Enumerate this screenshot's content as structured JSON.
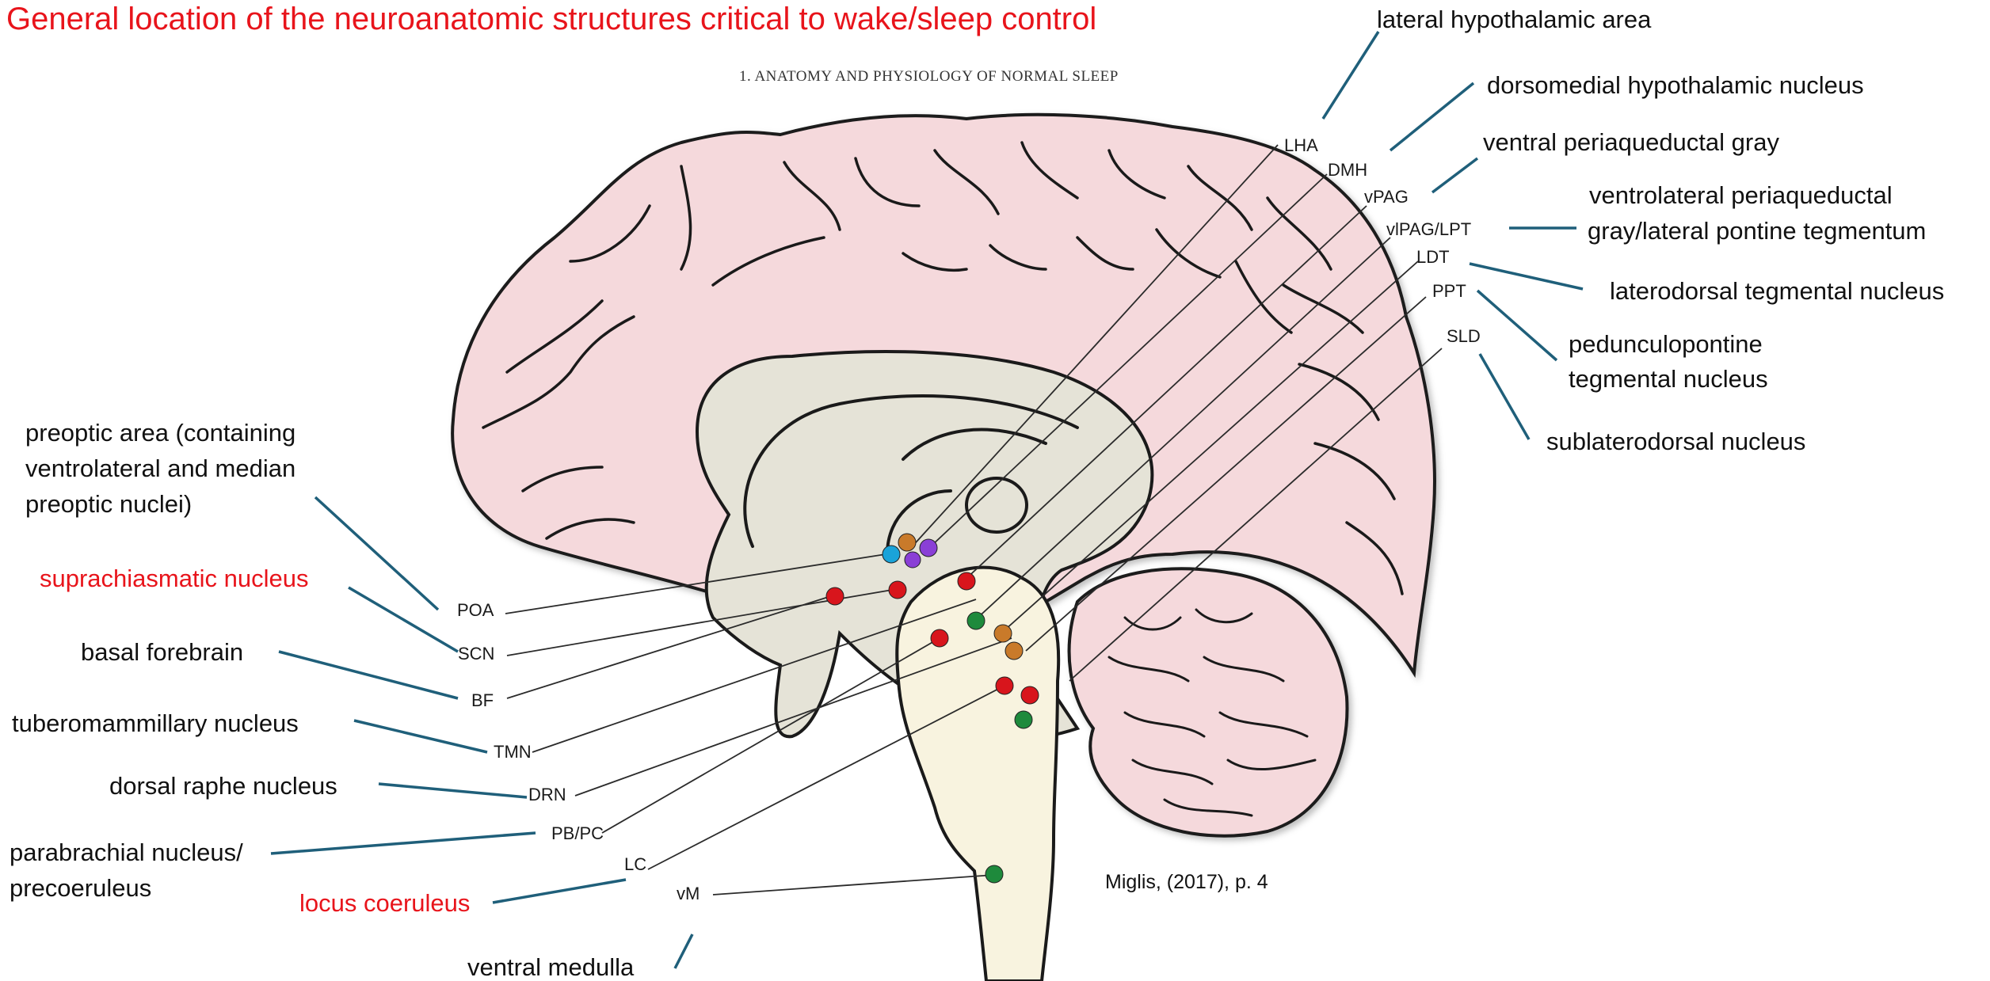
{
  "title": "General location of the neuroanatomic structures critical to wake/sleep control",
  "subtitle": "1.  ANATOMY AND PHYSIOLOGY OF NORMAL SLEEP",
  "citation": "Miglis, (2017), p. 4",
  "colors": {
    "title_red": "#e8141b",
    "leader_blue": "#1f5f7a",
    "cortex_pink": "#f5d9dc",
    "inner_gray": "#e5e3d7",
    "brainstem_cream": "#f8f3df",
    "dot_red": "#d8151c",
    "dot_green": "#1e8a3c",
    "dot_purple": "#8a3fd6",
    "dot_cyan": "#1aa3d9",
    "dot_orange_green": "#c97a2a"
  },
  "labels": {
    "lateral_hypothalamic": "lateral hypothalamic area",
    "dorsomedial_hypothalamic": "dorsomedial hypothalamic nucleus",
    "ventral_periaqueductal": "ventral periaqueductal gray",
    "vlpag_line1": "ventrolateral periaqueductal",
    "vlpag_line2": "gray/lateral pontine tegmentum",
    "laterodorsal": "laterodorsal tegmental nucleus",
    "pedunculopontine_line1": "pedunculopontine",
    "pedunculopontine_line2": "tegmental nucleus",
    "sublaterodorsal": "sublaterodorsal nucleus",
    "preoptic_line1": "preoptic area (containing",
    "preoptic_line2": "ventrolateral and median",
    "preoptic_line3": "preoptic nuclei)",
    "suprachiasmatic": "suprachiasmatic nucleus",
    "basal_forebrain": "basal forebrain",
    "tuberomammillary": "tuberomammillary nucleus",
    "dorsal_raphe": "dorsal raphe nucleus",
    "parabrachial_line1": "parabrachial nucleus/",
    "parabrachial_line2": "precoeruleus",
    "locus_coeruleus": "locus coeruleus",
    "ventral_medulla": "ventral medulla"
  },
  "abbreviations": {
    "LHA": "LHA",
    "DMH": "DMH",
    "vPAG": "vPAG",
    "vlPAG_LPT": "vlPAG/LPT",
    "LDT": "LDT",
    "PPT": "PPT",
    "SLD": "SLD",
    "POA": "POA",
    "SCN": "SCN",
    "BF": "BF",
    "TMN": "TMN",
    "DRN": "DRN",
    "PB_PC": "PB/PC",
    "LC": "LC",
    "vM": "vM"
  }
}
